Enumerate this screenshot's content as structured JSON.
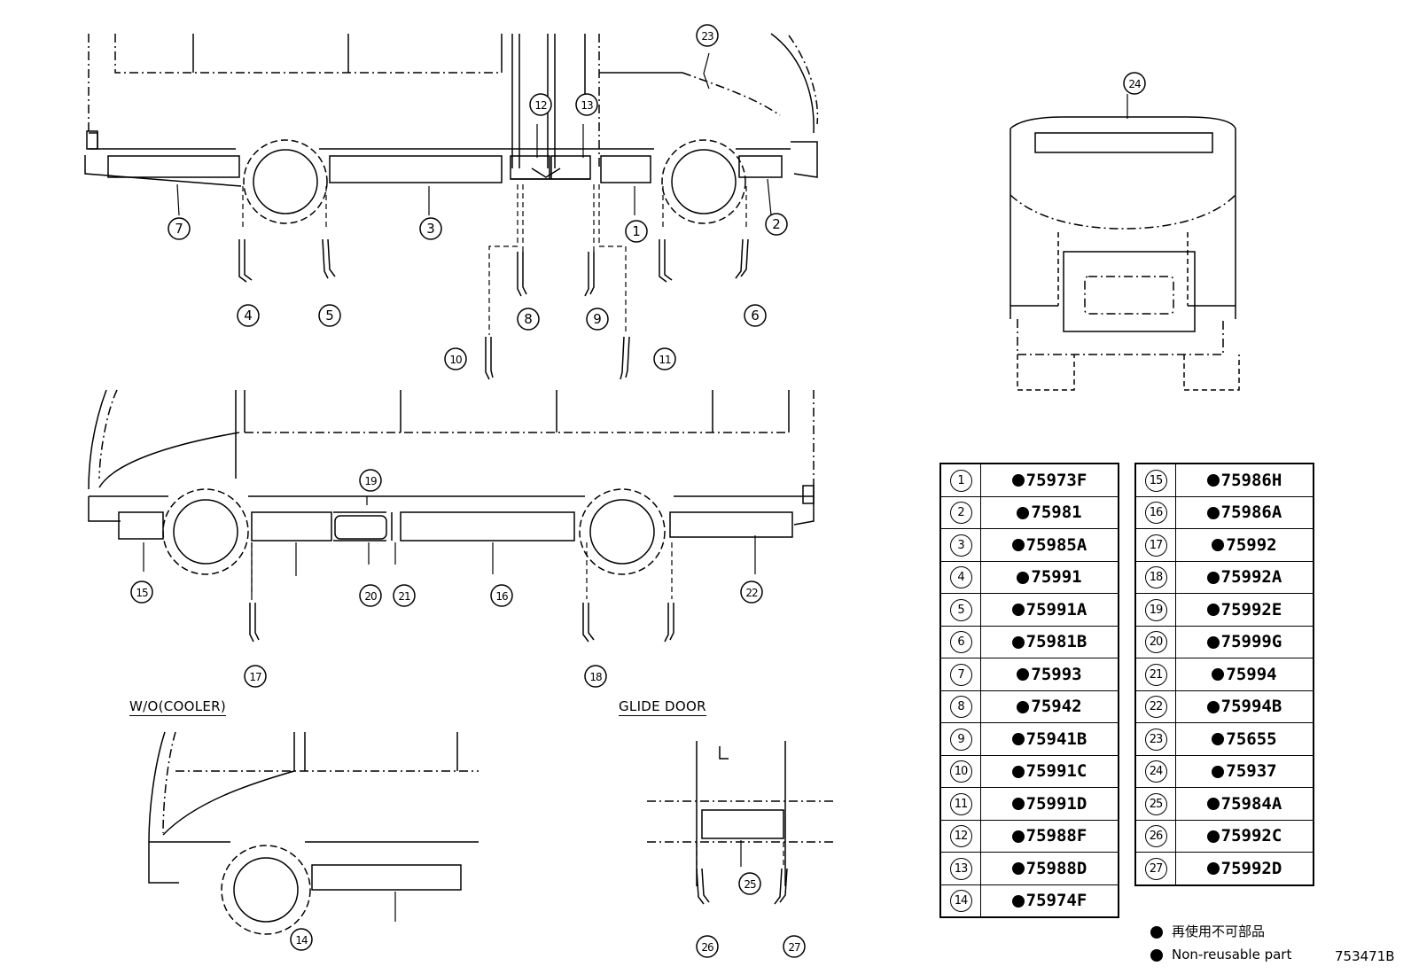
{
  "callout_labels": [
    "1",
    "2",
    "3",
    "4",
    "5",
    "6",
    "7",
    "8",
    "9",
    "10",
    "11",
    "12",
    "13",
    "14",
    "15",
    "16",
    "17",
    "18",
    "19",
    "20",
    "21",
    "22",
    "23",
    "24",
    "25",
    "26",
    "27"
  ],
  "section_labels": {
    "without_cooler": "W/O(COOLER)",
    "glide_door": "GLIDE DOOR"
  },
  "parts_table": {
    "left": [
      {
        "num": "1",
        "part": "75973F"
      },
      {
        "num": "2",
        "part": "75981"
      },
      {
        "num": "3",
        "part": "75985A"
      },
      {
        "num": "4",
        "part": "75991"
      },
      {
        "num": "5",
        "part": "75991A"
      },
      {
        "num": "6",
        "part": "75981B"
      },
      {
        "num": "7",
        "part": "75993"
      },
      {
        "num": "8",
        "part": "75942"
      },
      {
        "num": "9",
        "part": "75941B"
      },
      {
        "num": "10",
        "part": "75991C"
      },
      {
        "num": "11",
        "part": "75991D"
      },
      {
        "num": "12",
        "part": "75988F"
      },
      {
        "num": "13",
        "part": "75988D"
      },
      {
        "num": "14",
        "part": "75974F"
      }
    ],
    "right": [
      {
        "num": "15",
        "part": "75986H"
      },
      {
        "num": "16",
        "part": "75986A"
      },
      {
        "num": "17",
        "part": "75992"
      },
      {
        "num": "18",
        "part": "75992A"
      },
      {
        "num": "19",
        "part": "75992E"
      },
      {
        "num": "20",
        "part": "75999G"
      },
      {
        "num": "21",
        "part": "75994"
      },
      {
        "num": "22",
        "part": "75994B"
      },
      {
        "num": "23",
        "part": "75655"
      },
      {
        "num": "24",
        "part": "75937"
      },
      {
        "num": "25",
        "part": "75984A"
      },
      {
        "num": "26",
        "part": "75992C"
      },
      {
        "num": "27",
        "part": "75992D"
      }
    ]
  },
  "legend": {
    "jp": "再使用不可部品",
    "en": "Non-reusable part"
  },
  "diagram_code": "753471B"
}
